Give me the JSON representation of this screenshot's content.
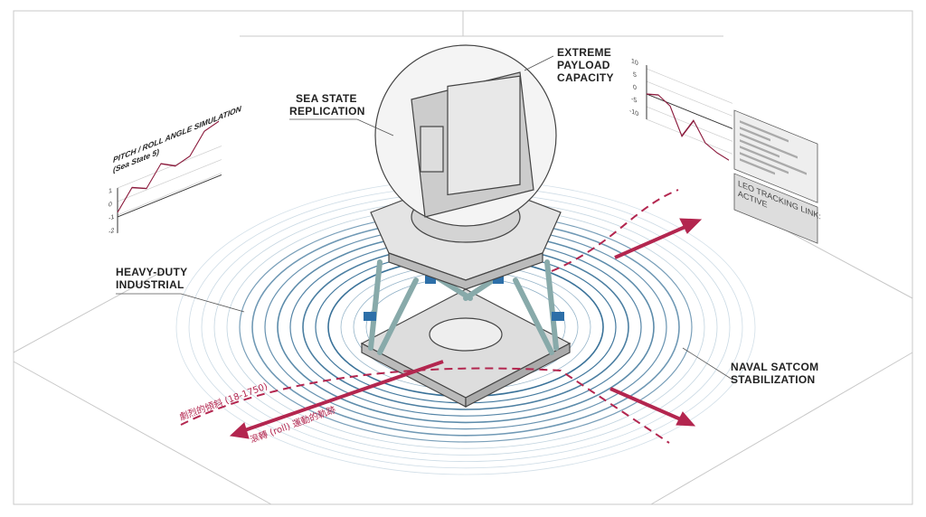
{
  "labels": {
    "sea_state": [
      "SEA STATE",
      "REPLICATION"
    ],
    "payload": [
      "EXTREME",
      "PAYLOAD",
      "CAPACITY"
    ],
    "heavy_duty": [
      "HEAVY-DUTY",
      "INDUSTRIAL"
    ],
    "naval": [
      "NAVAL SATCOM",
      "STABILIZATION"
    ],
    "leo_status": [
      "LEO TRACKING LINK:",
      "ACTIVE"
    ],
    "tilt_annotation": "劇烈的傾斜 (18-1750)",
    "roll_annotation": "滾轉 (roll) 運動的軌跡"
  },
  "left_chart": {
    "title": [
      "PITCH / ROLL ANGLE SIMULATION",
      "(Sea State 5)"
    ],
    "y_ticks": [
      "1",
      "0",
      "-1",
      "-2"
    ],
    "values": [
      -0.8,
      0.6,
      0.1,
      1.5,
      0.9,
      1.2,
      2.6,
      2.9
    ]
  },
  "right_chart": {
    "y_ticks": [
      "10",
      "5",
      "0",
      "-5",
      "-10"
    ],
    "values": [
      0,
      1.5,
      -1,
      -11,
      -3,
      -10,
      -12,
      -13
    ]
  },
  "colors": {
    "accent": "#b3264f",
    "ripple": "#1f5f8b",
    "line": "#999999"
  }
}
